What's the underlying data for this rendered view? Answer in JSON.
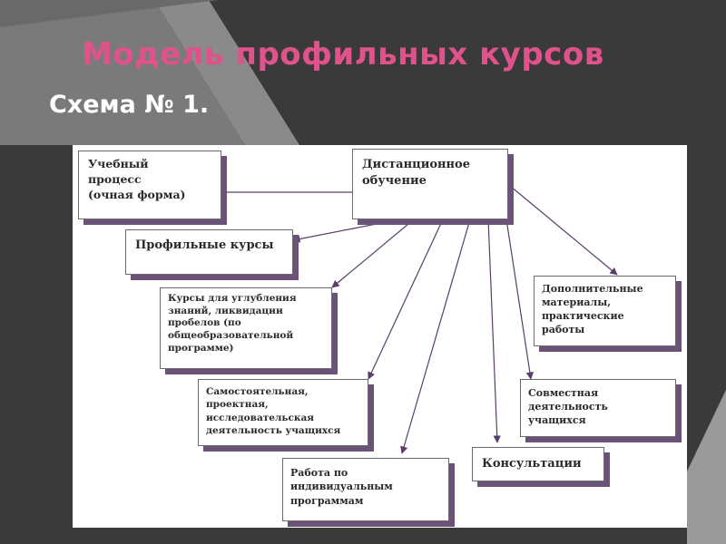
{
  "slide": {
    "title": "Модель профильных курсов",
    "subtitle": "Схема № 1.",
    "colors": {
      "background": "#3a3a3a",
      "title": "#e0528c",
      "subtitle": "#ffffff",
      "box_shadow": "#6b5377",
      "arrow": "#5a3d6b"
    }
  },
  "diagram": {
    "boxes": {
      "uchebny": "Учебный\nпроцесс\n(очная форма)",
      "distance": "Дистанционное\nобучение",
      "profile": "Профильные курсы",
      "deep": "Курсы для углубления\nзнаний, ликвидации\nпробелов (по\nобщеобразовательной\nпрограмме)",
      "dop": "Дополнительные\nматериалы,\nпрактические\nработы",
      "samo": "Самостоятельная,\nпроектная,\nисследовательская\nдеятельность учащихся",
      "sovm": "Совместная\nдеятельность\nучащихся",
      "konsult": "Консультации",
      "individ": "Работа по\nиндивидуальным\nпрограммам"
    }
  }
}
